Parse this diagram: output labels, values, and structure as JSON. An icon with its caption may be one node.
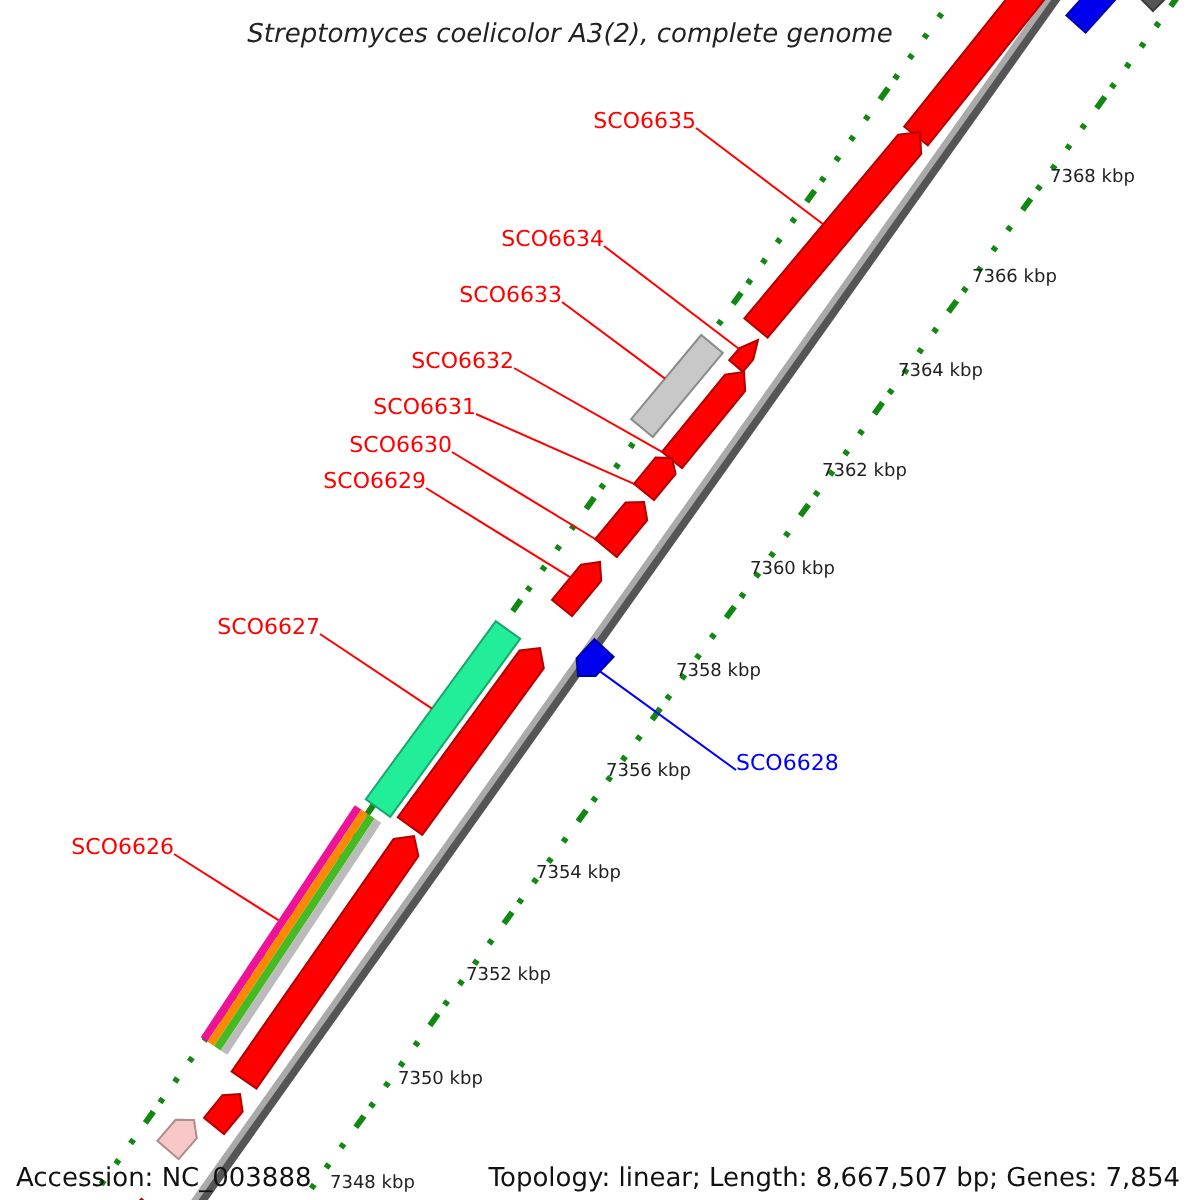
{
  "diagram": {
    "title": "Streptomyces coelicolor A3(2), complete genome",
    "nodes": [
      {
        "text": [
          "SCO6635"
        ]
      },
      {
        "text": [
          "SCO6634"
        ]
      },
      {
        "text": [
          "SCO6633"
        ]
      },
      {
        "text": [
          "SCO6632"
        ]
      },
      {
        "text": [
          "SCO6631"
        ]
      },
      {
        "text": [
          "SCO6630"
        ]
      },
      {
        "text": [
          "SCO6629"
        ]
      },
      {
        "text": [
          "SCO6627"
        ]
      },
      {
        "text": [
          "SCO6628"
        ]
      },
      {
        "text": [
          "SCO6626"
        ]
      },
      {
        "text": [],
        "shape": "bar"
      },
      {
        "text": [],
        "shape": "bar"
      },
      {
        "text": [],
        "shape": "bar"
      },
      {
        "text": [],
        "shape": "bar"
      },
      {
        "text": [],
        "shape": "bar"
      },
      {
        "text": [],
        "shape": "bar"
      },
      {
        "text": [],
        "shape": "bar"
      },
      {
        "text": [],
        "shape": "bar"
      },
      {
        "text": [],
        "shape": "bar"
      },
      {
        "text": [],
        "shape": "bar"
      },
      {
        "text": [],
        "shape": "bar"
      },
      {
        "text": [],
        "shape": "bar"
      },
      {
        "text": [],
        "shape": "bar"
      },
      {
        "text": [],
        "shape": "bar"
      },
      {
        "text": [],
        "shape": "bar"
      },
      {
        "text": [],
        "shape": "bar"
      },
      {
        "text": [],
        "shape": "bar"
      },
      {
        "text": [],
        "shape": "bar"
      }
    ],
    "edges": [
      {
        "from": 0,
        "to": 13,
        "arrow": "none"
      },
      {
        "from": 1,
        "to": 14,
        "arrow": "none"
      },
      {
        "from": 2,
        "to": 15,
        "arrow": "none"
      },
      {
        "from": 3,
        "to": 16,
        "arrow": "none"
      },
      {
        "from": 4,
        "to": 17,
        "arrow": "none"
      },
      {
        "from": 5,
        "to": 18,
        "arrow": "none"
      },
      {
        "from": 6,
        "to": 19,
        "arrow": "none"
      },
      {
        "from": 7,
        "to": 20,
        "arrow": "none"
      },
      {
        "from": 8,
        "to": 21,
        "arrow": "none",
        "color": "#0000ff"
      },
      {
        "from": 9,
        "to": 23,
        "arrow": "none"
      }
    ],
    "labels": [
      "7368 kbp",
      "7366 kbp",
      "7364 kbp",
      "7362 kbp",
      "7360 kbp",
      "7358 kbp",
      "7356 kbp",
      "7354 kbp",
      "7352 kbp",
      "7350 kbp",
      "7348 kbp",
      "Accession: NC_003888",
      "Topology: linear; Length: 8,667,507 bp; Genes: 7,854"
    ]
  }
}
